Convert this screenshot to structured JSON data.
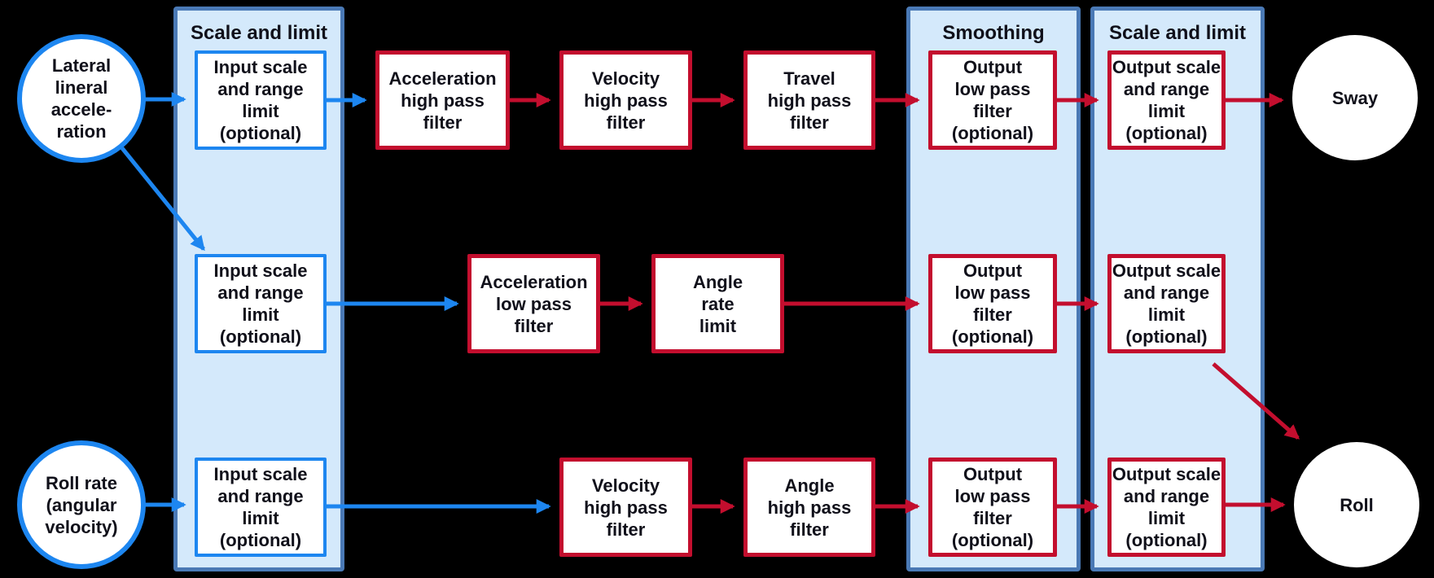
{
  "diagram": {
    "column_titles": {
      "input_scale_limit": "Scale and limit",
      "smoothing": "Smoothing",
      "output_scale_limit": "Scale and limit"
    },
    "nodes": {
      "lateral_accel": "Lateral\nlineral\naccele-\nration",
      "roll_rate": "Roll rate\n(angular\nvelocity)",
      "sway": "Sway",
      "roll": "Roll",
      "input_scale": "Input scale\nand range\nlimit\n(optional)",
      "accel_hp": "Acceleration\nhigh pass\nfilter",
      "velocity_hp": "Velocity\nhigh pass\nfilter",
      "travel_hp": "Travel\nhigh pass\nfilter",
      "accel_lp": "Acceleration\nlow pass\nfilter",
      "angle_rate_limit": "Angle\nrate\nlimit",
      "angle_hp": "Angle\nhigh pass\nfilter",
      "output_lp": "Output\nlow pass\nfilter\n(optional)",
      "output_scale": "Output scale\nand range\nlimit\n(optional)"
    },
    "colors": {
      "input_accent": "#1d86f0",
      "process_accent": "#c30e2e",
      "column_fill": "#d4e9fb",
      "column_border": "#4a79b5",
      "node_fill": "#ffffff",
      "text": "#10101a",
      "background": "#000000"
    }
  }
}
